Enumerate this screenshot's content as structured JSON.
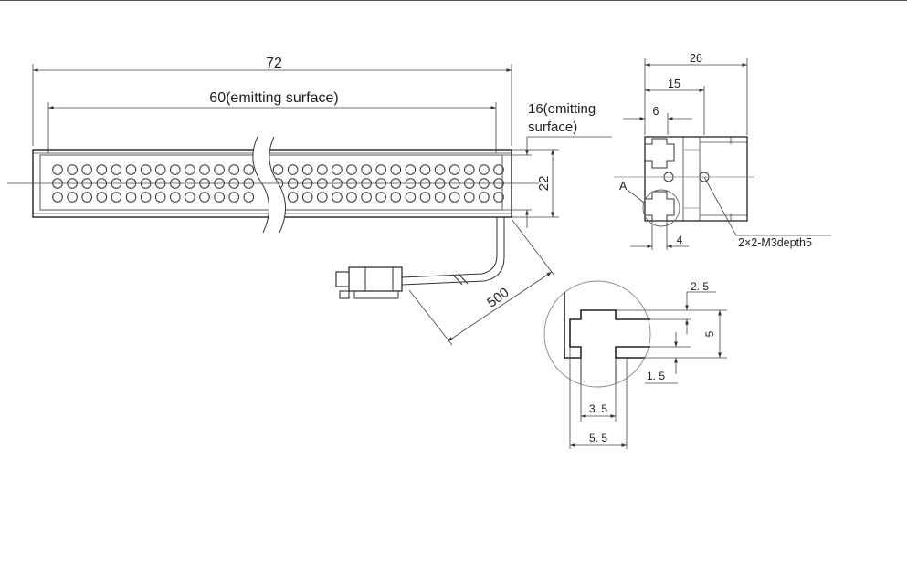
{
  "labels": {
    "overall_length": "72",
    "emitting_length": "60(emitting surface)",
    "emitting_width_line1": "16(emitting",
    "emitting_width_line2": "surface)",
    "height": "22",
    "cable_length": "500",
    "side_width": "26",
    "side_dim_15": "15",
    "side_dim_6": "6",
    "side_dim_4": "4",
    "detail_marker": "A",
    "mount_holes": "2×2-M3depth5",
    "detail_2_5": "2. 5",
    "detail_5": "5",
    "detail_1_5": "1. 5",
    "detail_3_5": "3. 5",
    "detail_5_5": "5. 5"
  }
}
